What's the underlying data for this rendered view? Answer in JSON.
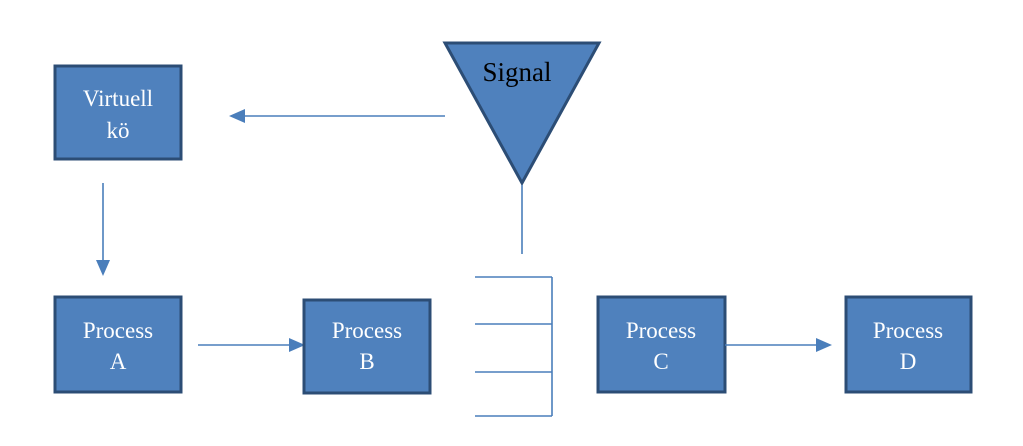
{
  "diagram": {
    "nodes": {
      "virtual_queue": {
        "line1": "Virtuell",
        "line2": "kö"
      },
      "process_a": {
        "line1": "Process",
        "line2": "A"
      },
      "process_b": {
        "line1": "Process",
        "line2": "B"
      },
      "process_c": {
        "line1": "Process",
        "line2": "C"
      },
      "process_d": {
        "line1": "Process",
        "line2": "D"
      },
      "signal": {
        "label": "Signal"
      }
    },
    "colors": {
      "box_fill": "#4f81bd",
      "box_border": "#2c4d75",
      "connector": "#4a7ebb",
      "box_text": "#ffffff",
      "signal_text": "#000000"
    }
  }
}
